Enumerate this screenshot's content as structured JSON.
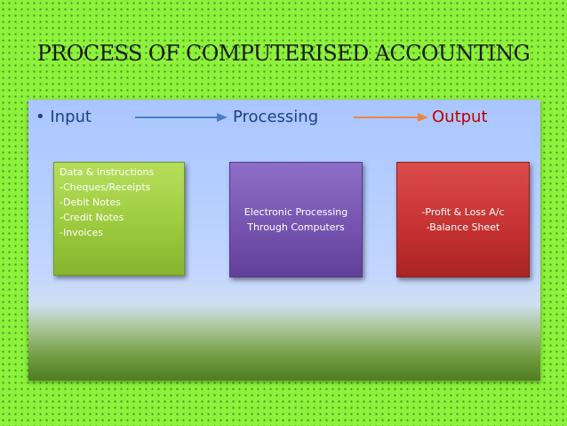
{
  "title": "PROCESS OF COMPUTERISED  ACCOUNTING",
  "header": {
    "bullet": "•",
    "input_label": "Input",
    "processing_label": "Processing",
    "output_label": "Output"
  },
  "boxes": {
    "input": [
      "Data & instructions",
      "-Cheques/Receipts",
      "-Debit Notes",
      "-Credit Notes",
      "-Invoices"
    ],
    "processing": [
      "Electronic Processing",
      "Through Computers"
    ],
    "output": [
      "-Profit & Loss A/c",
      "-Balance Sheet"
    ]
  },
  "colors": {
    "background": "#8ef23c",
    "header_blue": "#1f3f87",
    "output_red": "#c00000",
    "arrow_blue": "#4a7ec2",
    "arrow_orange": "#e8874a",
    "input_box": "#9ccb3e",
    "processing_box": "#7452ad",
    "output_box": "#c43131"
  }
}
